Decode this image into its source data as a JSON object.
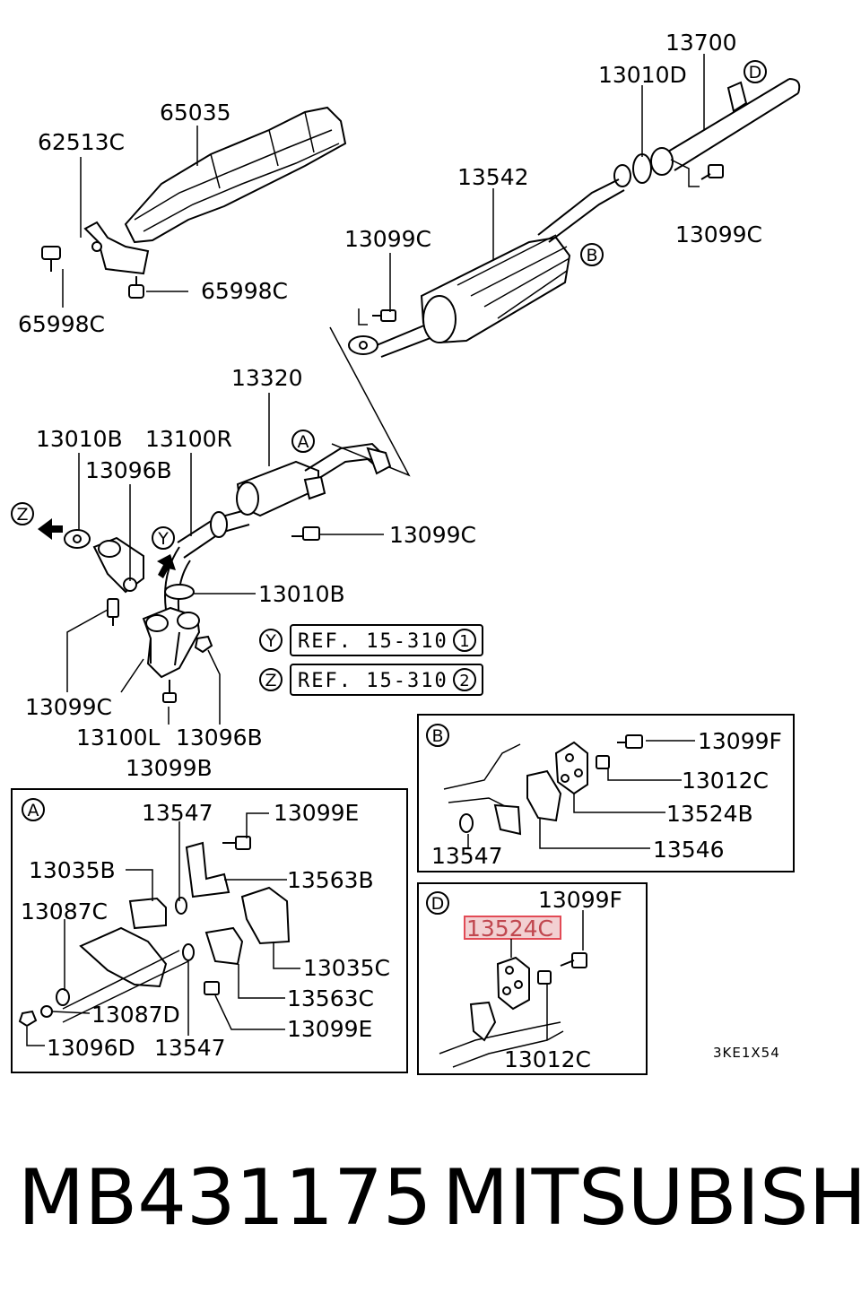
{
  "labels": {
    "p13700": "13700",
    "p13010D": "13010D",
    "p65035": "65035",
    "p62513C": "62513C",
    "p13542": "13542",
    "p13099C_a": "13099C",
    "p13099C_b": "13099C",
    "p65998C_a": "65998C",
    "p65998C_b": "65998C",
    "p13320": "13320",
    "p13010B_a": "13010B",
    "p13100R": "13100R",
    "p13096B_a": "13096B",
    "p13099C_c": "13099C",
    "p13010B_b": "13010B",
    "p13099C_d": "13099C",
    "p13100L": "13100L",
    "p13096B_b": "13096B",
    "p13099B": "13099B"
  },
  "markers": {
    "A": "A",
    "B": "B",
    "D": "D",
    "Y": "Y",
    "Z": "Z",
    "Z_ref": "Z",
    "Y_ref": "Y"
  },
  "refs": {
    "y_text": "REF. 15-310",
    "y_num": "1",
    "z_text": "REF. 15-310",
    "z_num": "2"
  },
  "boxA": {
    "title": "A",
    "p13547_a": "13547",
    "p13099E_a": "13099E",
    "p13035B": "13035B",
    "p13563B": "13563B",
    "p13087C_a": "13087C",
    "p13035C": "13035C",
    "p13563C": "13563C",
    "p13087D": "13087D",
    "p13099E_b": "13099E",
    "p13096D": "13096D",
    "p13547_b": "13547"
  },
  "boxB": {
    "title": "B",
    "p13099F": "13099F",
    "p13012C": "13012C",
    "p13524B": "13524B",
    "p13547": "13547",
    "p13546": "13546"
  },
  "boxD": {
    "title": "D",
    "p13099F": "13099F",
    "p13524C": "13524C",
    "p13012C": "13012C"
  },
  "code": "3KE1X54",
  "footer": {
    "part_number": "MB431175",
    "brand": "MITSUBISHI"
  },
  "colors": {
    "highlight_border": "#e24a55",
    "highlight_fill": "#f2d0d2",
    "highlight_text": "#c0474f"
  }
}
